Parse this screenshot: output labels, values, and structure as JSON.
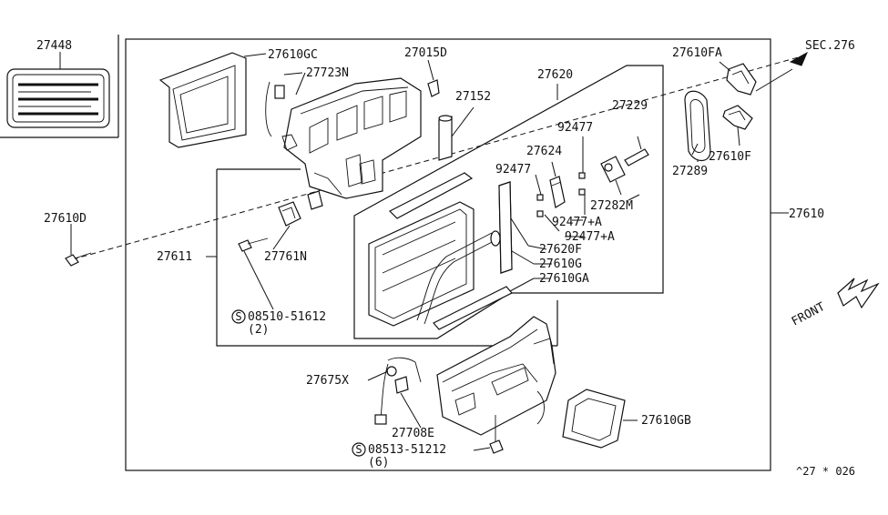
{
  "labels": {
    "l27448": "27448",
    "l27610GC": "27610GC",
    "l27723N": "27723N",
    "l27015D": "27015D",
    "l27152": "27152",
    "l27620": "27620",
    "l27610FA": "27610FA",
    "lSEC": "SEC.276",
    "l27229": "27229",
    "l92477a": "92477",
    "l27624": "27624",
    "l92477b": "92477",
    "l27610F": "27610F",
    "l27289": "27289",
    "l27282M": "27282M",
    "l92477A1": "92477+A",
    "l92477A2": "92477+A",
    "l27610D": "27610D",
    "l27610": "27610",
    "l27611": "27611",
    "l27761N": "27761N",
    "l27620F": "27620F",
    "l27610G": "27610G",
    "l27610GA": "27610GA",
    "l08510": "08510-51612",
    "l08510q": "(2)",
    "lFRONT": "FRONT",
    "l27675X": "27675X",
    "l27708E": "27708E",
    "l08513": "08513-51212",
    "l08513q": "(6)",
    "l27610GB": "27610GB",
    "lS1": "S",
    "lS2": "S",
    "lFooter": "^27 * 026"
  }
}
